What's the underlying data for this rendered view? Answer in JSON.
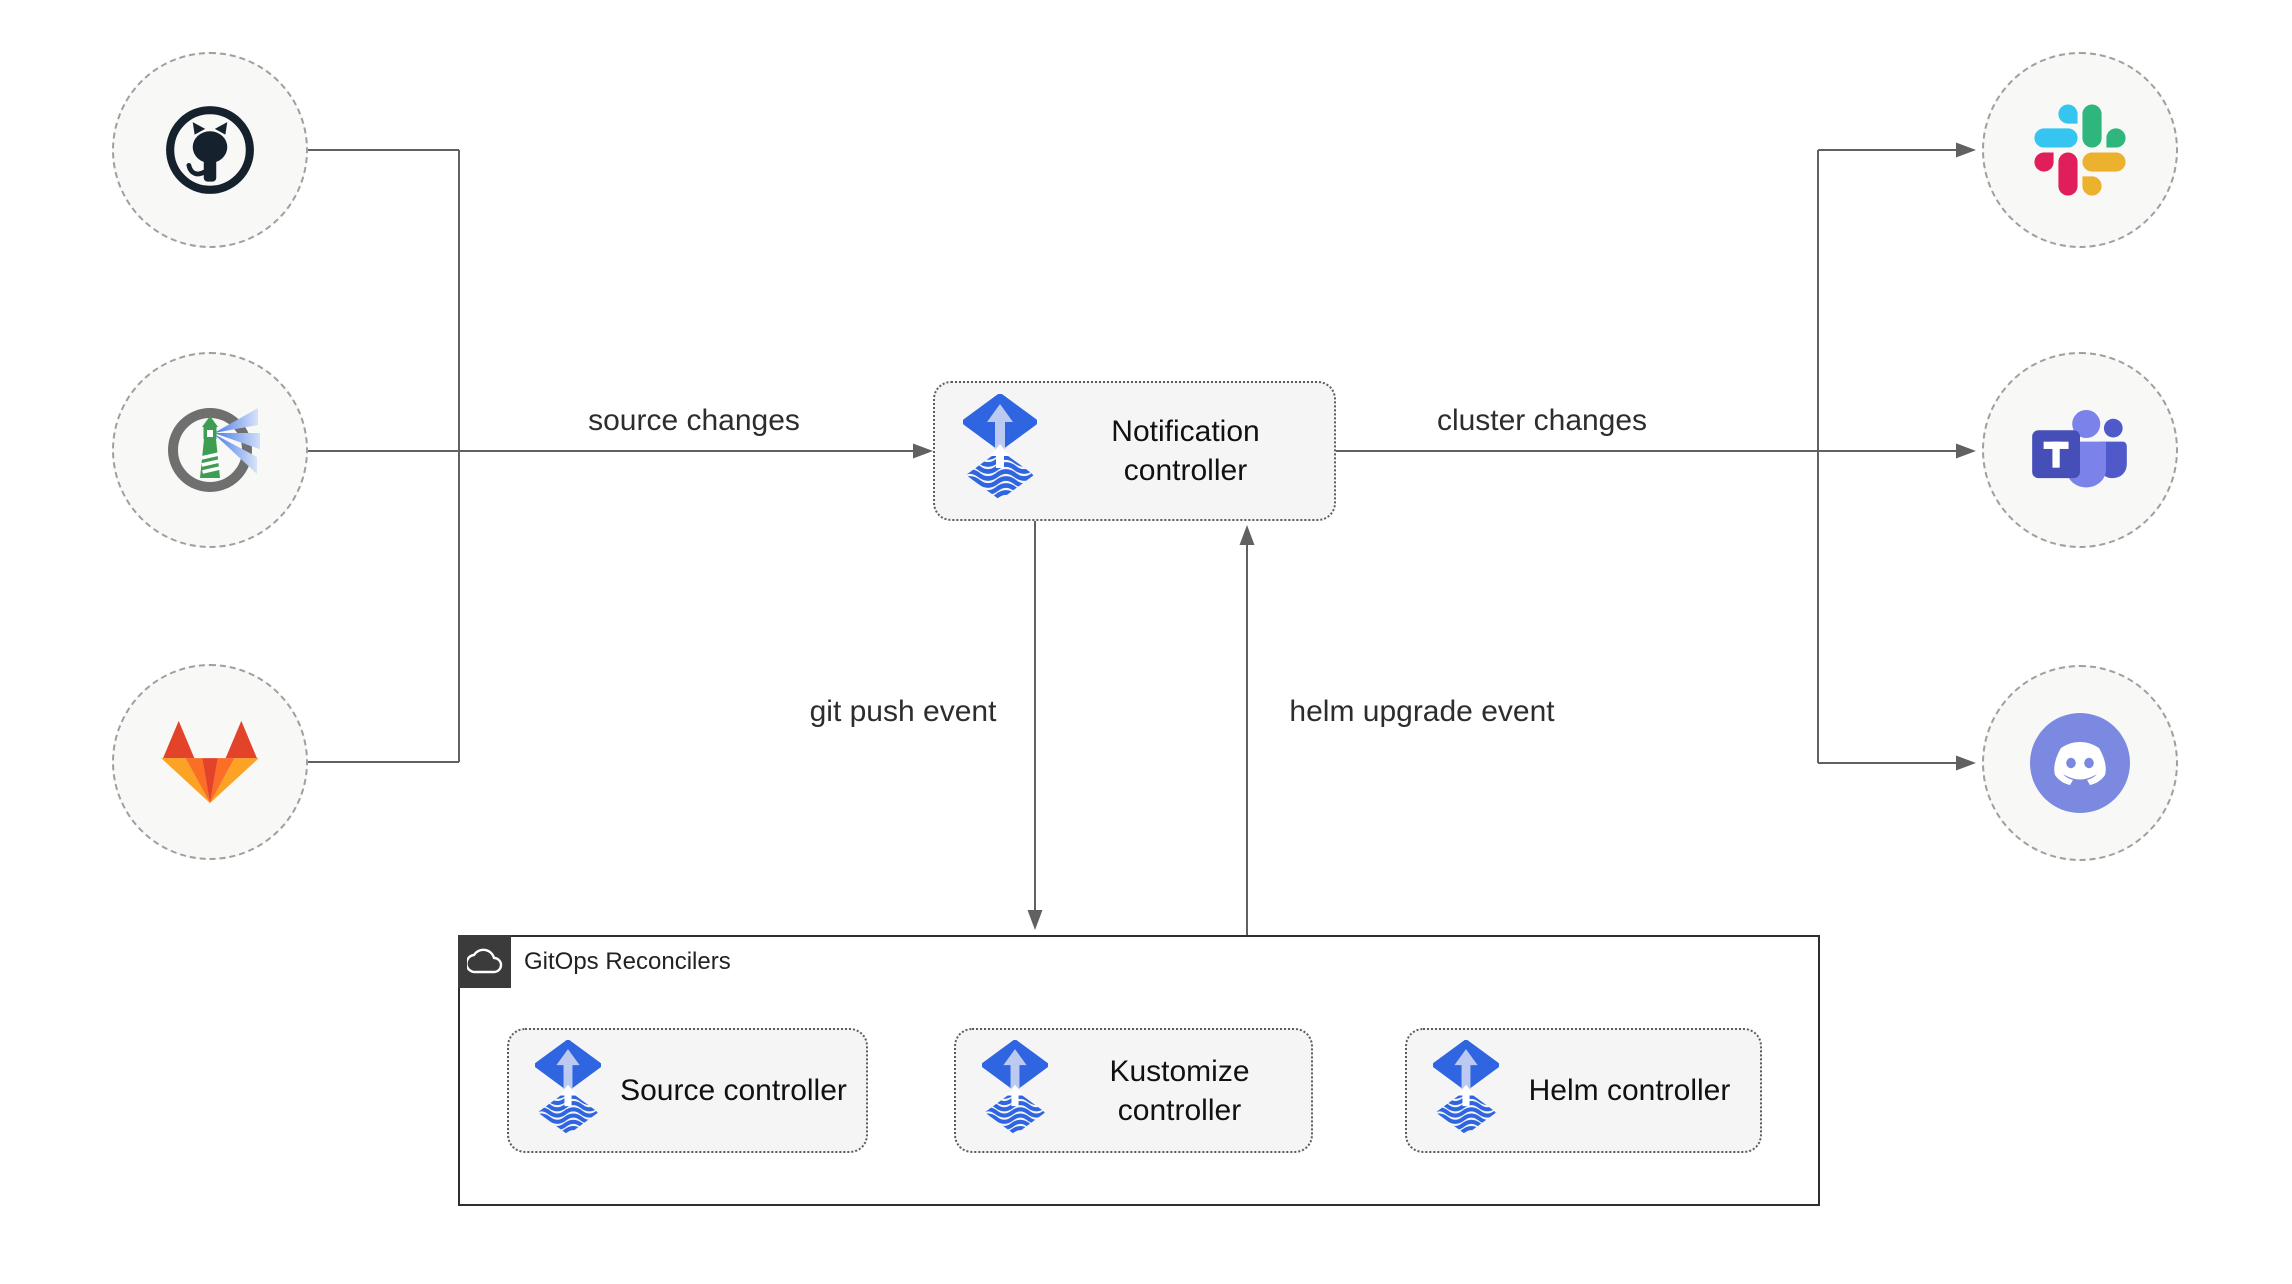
{
  "nodes": {
    "notification": {
      "label": "Notification controller",
      "icon": "flux-icon"
    },
    "source": {
      "label": "Source controller",
      "icon": "flux-icon"
    },
    "kustomize": {
      "label": "Kustomize controller",
      "icon": "flux-icon"
    },
    "helm": {
      "label": "Helm controller",
      "icon": "flux-icon"
    }
  },
  "group": {
    "title": "GitOps Reconcilers",
    "icon": "cloud-icon"
  },
  "edges": {
    "source_changes": "source changes",
    "cluster_changes": "cluster changes",
    "git_push": "git push event",
    "helm_upgrade": "helm upgrade event"
  },
  "integrations": {
    "sources": [
      {
        "icon": "github-icon"
      },
      {
        "icon": "harbor-icon"
      },
      {
        "icon": "gitlab-icon"
      }
    ],
    "notifiers": [
      {
        "icon": "slack-icon"
      },
      {
        "icon": "teams-icon"
      },
      {
        "icon": "discord-icon"
      }
    ]
  },
  "colors": {
    "flux_blue": "#2f65e0",
    "flux_arrow_light": "#bcc9f1",
    "connector_gray": "#616161",
    "node_fill": "#f5f5f5",
    "node_border": "#5c5c5c",
    "circle_fill": "#f8f8f6",
    "circle_border": "#9f9f9f",
    "group_border": "#2f2f2f",
    "group_header_bg": "#3b3b3b",
    "text": "#1f1f1f",
    "slack_blue": "#36C5F0",
    "slack_green": "#2EB67D",
    "slack_yellow": "#ECB22E",
    "slack_red": "#E01E5A",
    "teams_purple": "#464EB8",
    "teams_light": "#7B83EB",
    "teams_mid": "#5059C9",
    "discord_blurple": "#7b8ae0",
    "gitlab_red": "#E24329",
    "gitlab_orange": "#FC6D26",
    "gitlab_amber": "#FCA326",
    "harbor_green": "#3d9e53",
    "harbor_gray": "#6f6f6f",
    "github_dark": "#16212e"
  }
}
